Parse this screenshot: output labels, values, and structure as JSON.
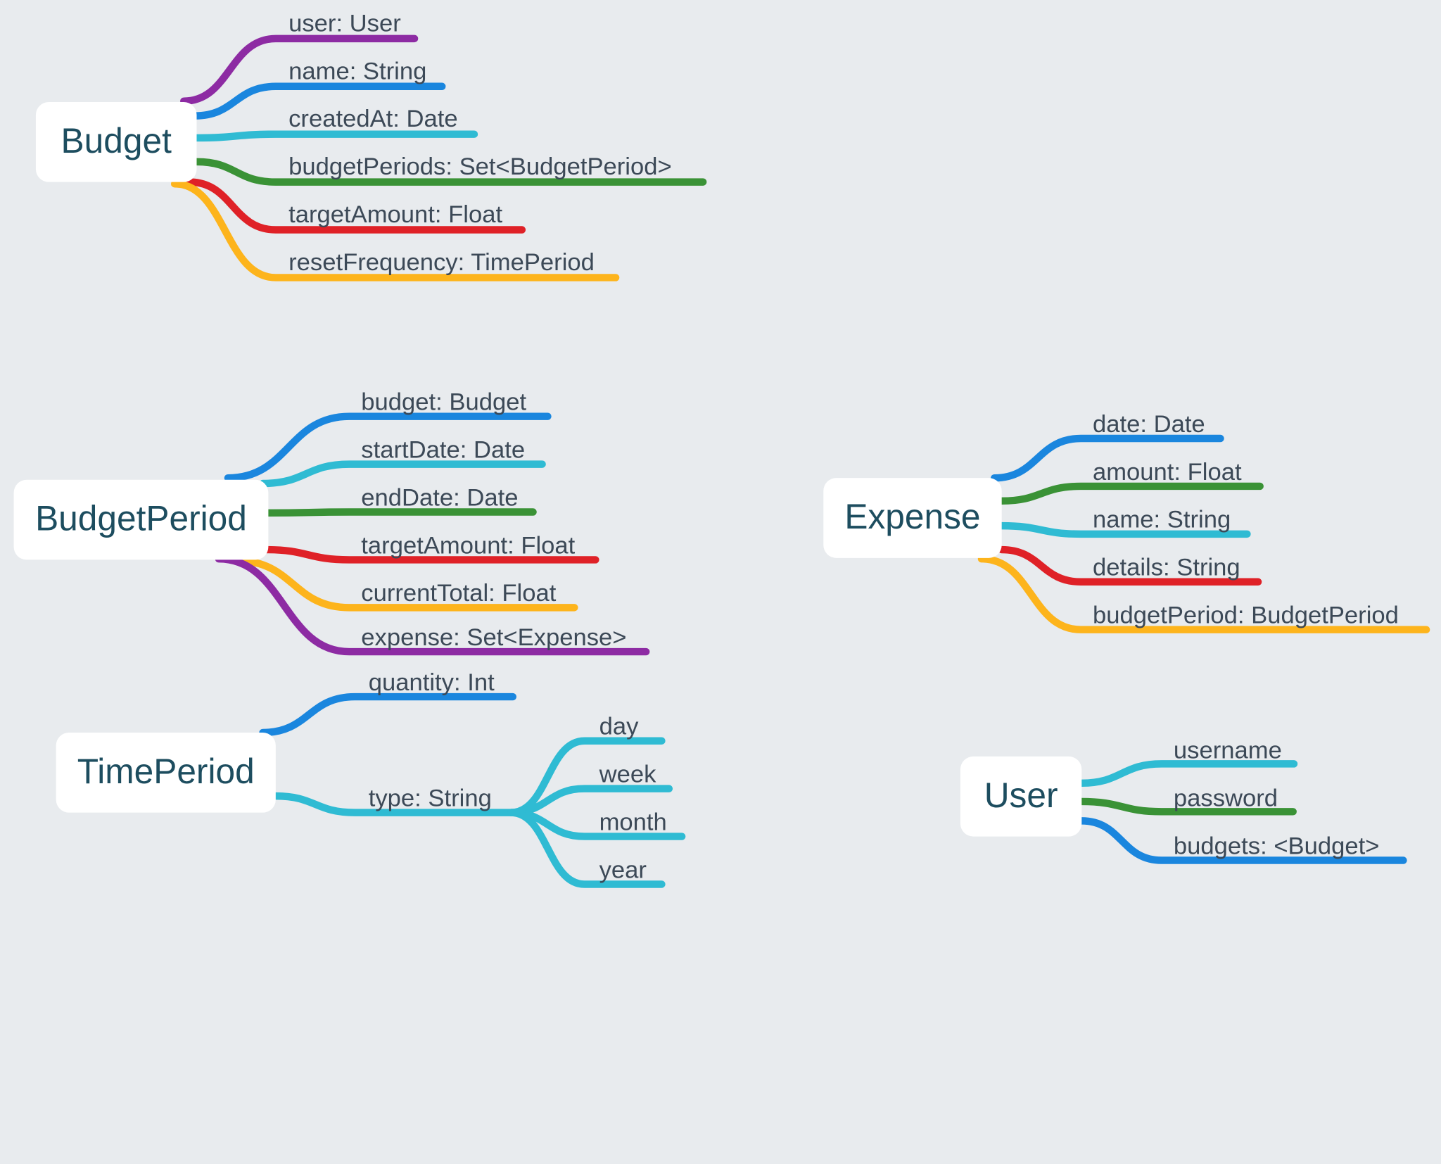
{
  "colors": {
    "background": "#e8ebee",
    "purple": "#8d2ba3",
    "blue": "#1a86de",
    "cyan": "#2fbbd3",
    "green": "#3a9236",
    "red": "#df2127",
    "yellow": "#fdb41c"
  },
  "nodes": {
    "budget": {
      "label": "Budget",
      "fields": [
        {
          "text": "user: User",
          "color": "purple"
        },
        {
          "text": "name: String",
          "color": "blue"
        },
        {
          "text": "createdAt: Date",
          "color": "cyan"
        },
        {
          "text": "budgetPeriods: Set<BudgetPeriod>",
          "color": "green"
        },
        {
          "text": "targetAmount: Float",
          "color": "red"
        },
        {
          "text": "resetFrequency: TimePeriod",
          "color": "yellow"
        }
      ]
    },
    "budget_period": {
      "label": "BudgetPeriod",
      "fields": [
        {
          "text": "budget: Budget",
          "color": "blue"
        },
        {
          "text": "startDate: Date",
          "color": "cyan"
        },
        {
          "text": "endDate: Date",
          "color": "green"
        },
        {
          "text": "targetAmount: Float",
          "color": "red"
        },
        {
          "text": "currentTotal: Float",
          "color": "yellow"
        },
        {
          "text": "expense: Set<Expense>",
          "color": "purple"
        }
      ]
    },
    "expense": {
      "label": "Expense",
      "fields": [
        {
          "text": "date: Date",
          "color": "blue"
        },
        {
          "text": "amount: Float",
          "color": "green"
        },
        {
          "text": "name: String",
          "color": "cyan"
        },
        {
          "text": "details: String",
          "color": "red"
        },
        {
          "text": "budgetPeriod: BudgetPeriod",
          "color": "yellow"
        }
      ]
    },
    "time_period": {
      "label": "TimePeriod",
      "fields": [
        {
          "text": "quantity: Int",
          "color": "blue"
        },
        {
          "text": "type: String",
          "color": "cyan"
        }
      ],
      "type_values": [
        "day",
        "week",
        "month",
        "year"
      ]
    },
    "user": {
      "label": "User",
      "fields": [
        {
          "text": "username",
          "color": "cyan"
        },
        {
          "text": "password",
          "color": "green"
        },
        {
          "text": "budgets: <Budget>",
          "color": "blue"
        }
      ]
    }
  }
}
